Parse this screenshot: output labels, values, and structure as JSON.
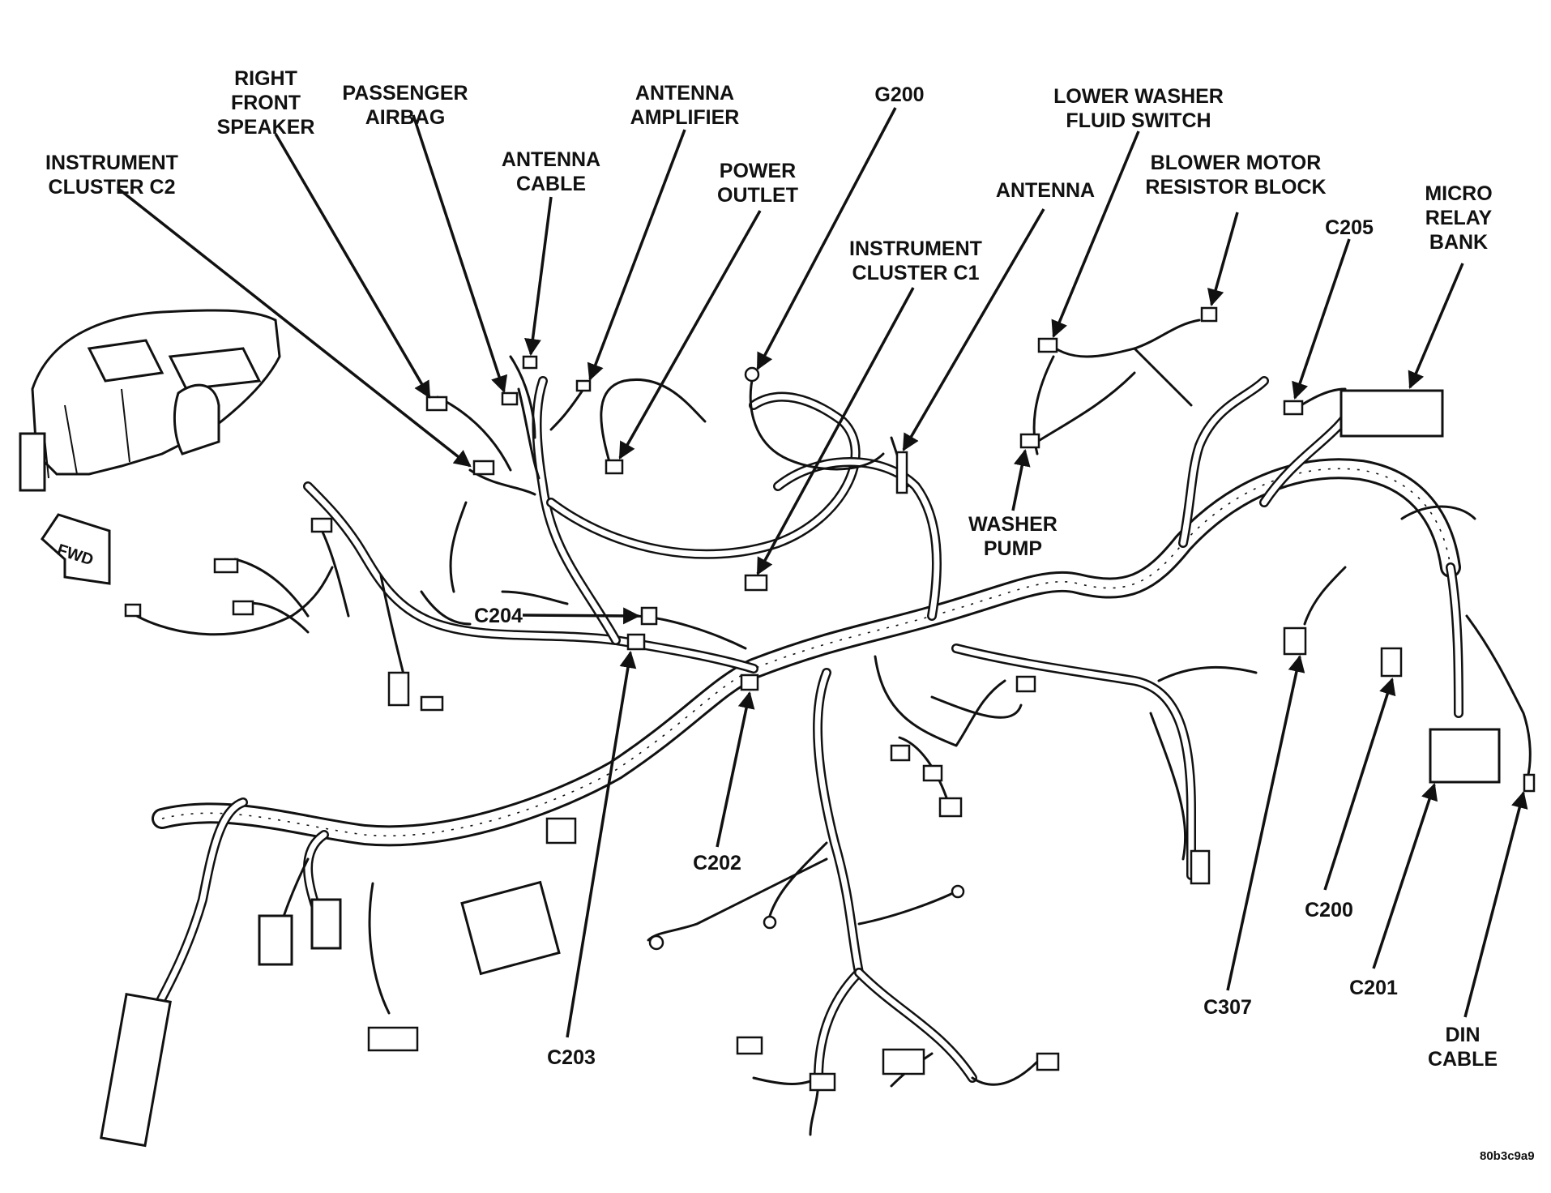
{
  "labels": {
    "instrument_cluster_c2": [
      "INSTRUMENT",
      "CLUSTER C2"
    ],
    "right_front_speaker": [
      "RIGHT",
      "FRONT",
      "SPEAKER"
    ],
    "passenger_airbag": [
      "PASSENGER",
      "AIRBAG"
    ],
    "antenna_cable": [
      "ANTENNA",
      "CABLE"
    ],
    "antenna_amplifier": [
      "ANTENNA",
      "AMPLIFIER"
    ],
    "power_outlet": [
      "POWER",
      "OUTLET"
    ],
    "g200": [
      "G200"
    ],
    "instrument_cluster_c1": [
      "INSTRUMENT",
      "CLUSTER C1"
    ],
    "antenna": [
      "ANTENNA"
    ],
    "lower_washer_fluid_switch": [
      "LOWER WASHER",
      "FLUID SWITCH"
    ],
    "blower_motor_resistor_block": [
      "BLOWER MOTOR",
      "RESISTOR BLOCK"
    ],
    "c205": [
      "C205"
    ],
    "micro_relay_bank": [
      "MICRO",
      "RELAY",
      "BANK"
    ],
    "washer_pump": [
      "WASHER",
      "PUMP"
    ],
    "c204": [
      "C204"
    ],
    "c202": [
      "C202"
    ],
    "c203": [
      "C203"
    ],
    "c307": [
      "C307"
    ],
    "c200": [
      "C200"
    ],
    "c201": [
      "C201"
    ],
    "din_cable": [
      "DIN",
      "CABLE"
    ],
    "fwd": "FWD"
  },
  "figure_id": "80b3c9a9"
}
